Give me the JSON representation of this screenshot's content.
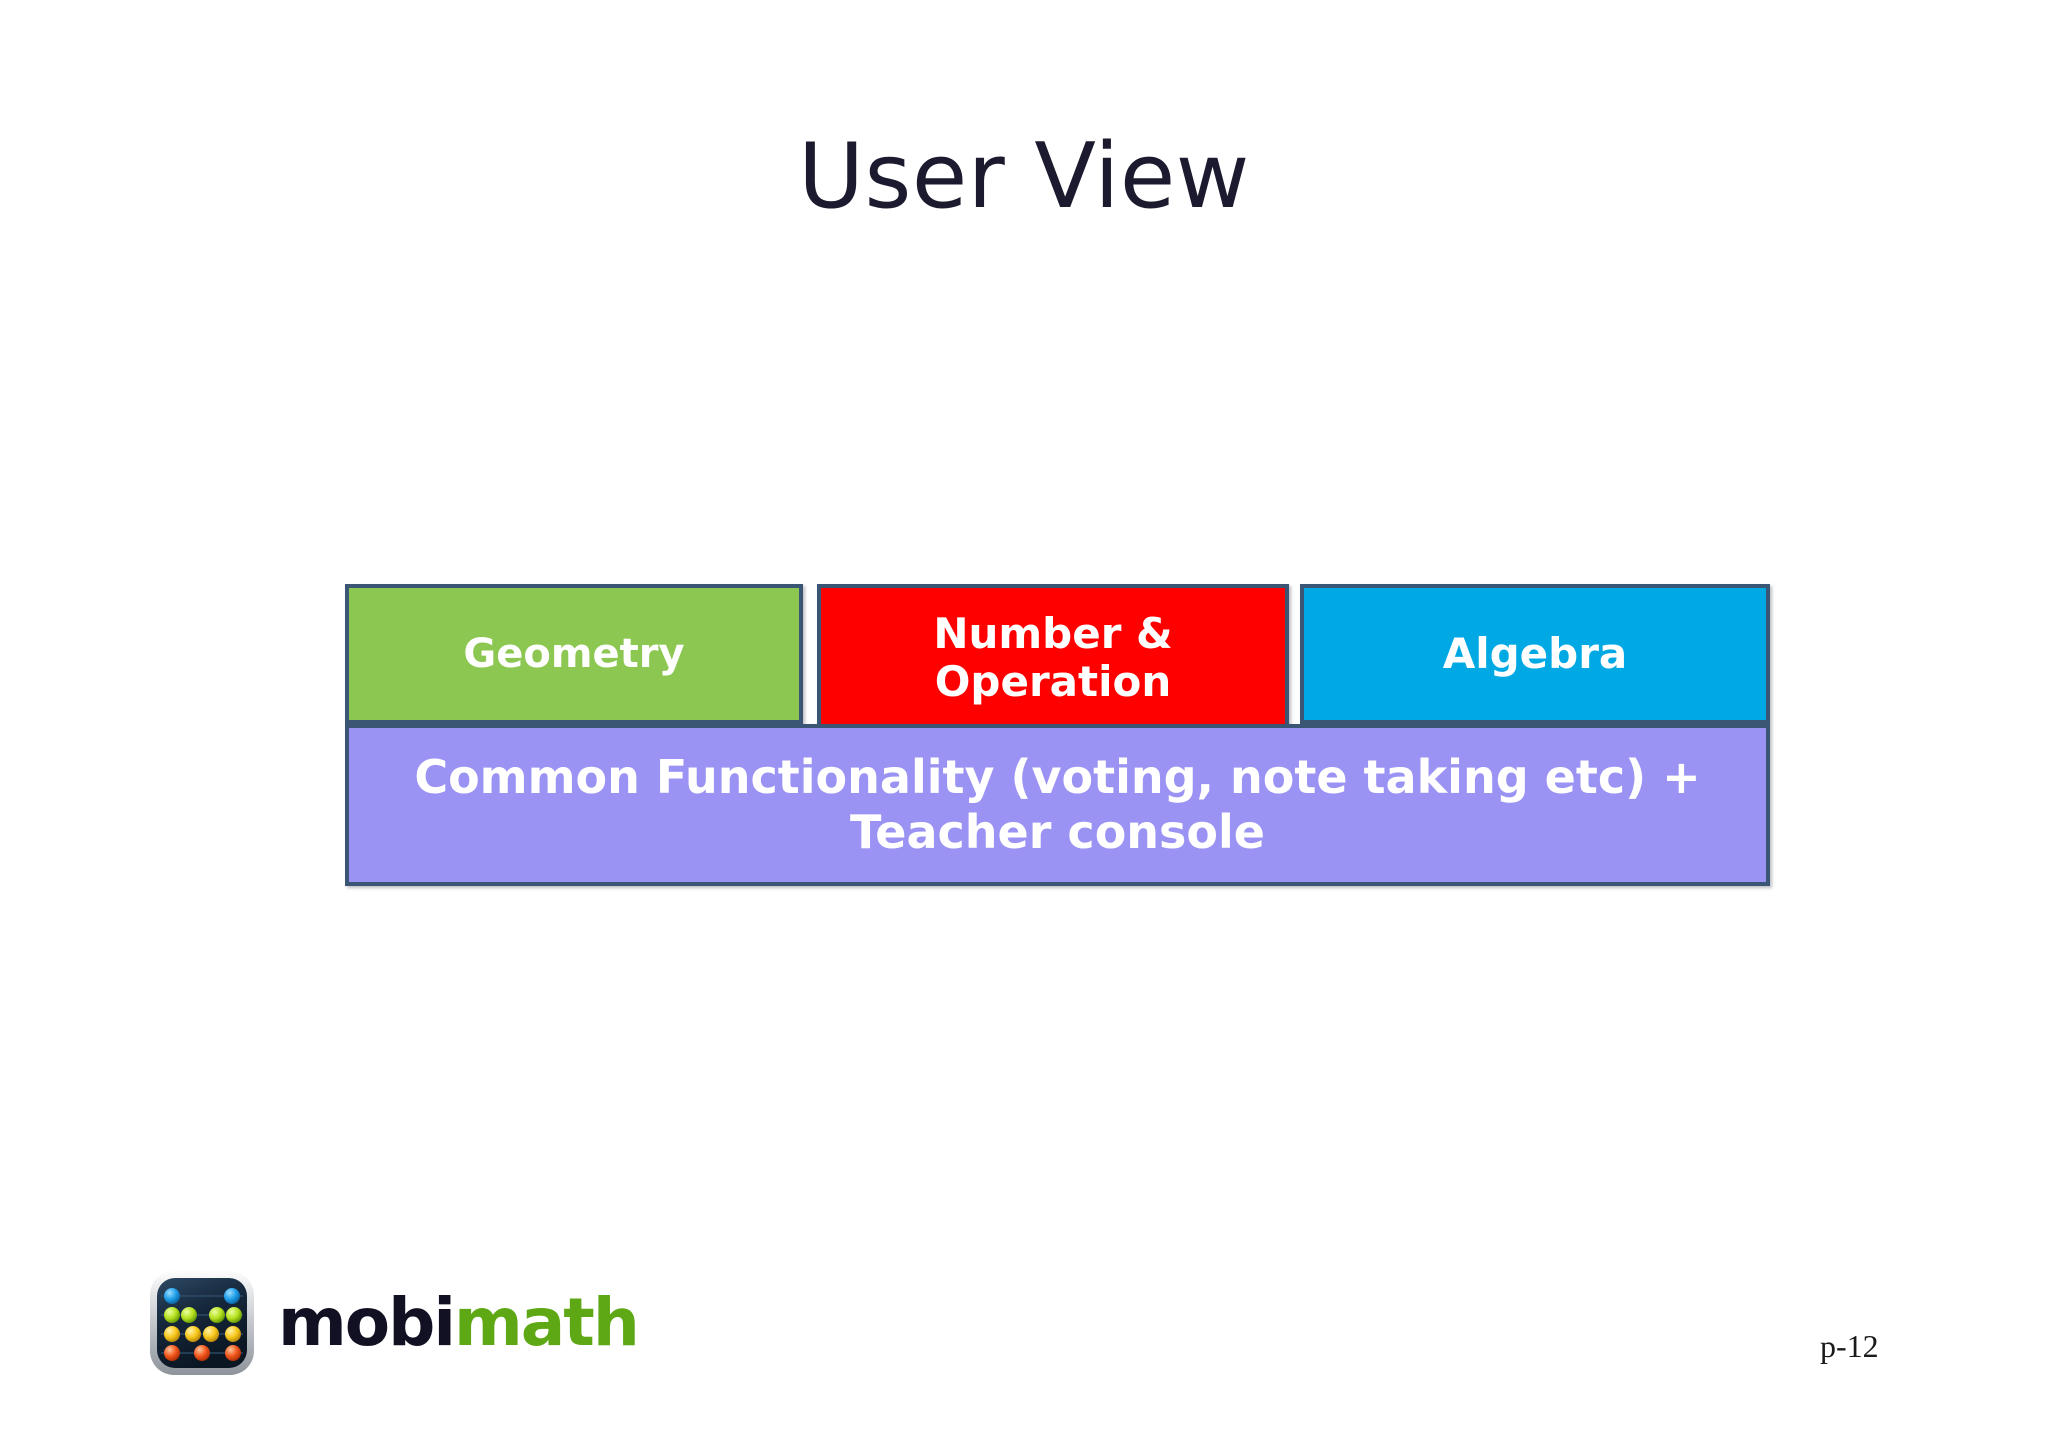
{
  "slide": {
    "title": "User View",
    "page_number": "p-12"
  },
  "diagram": {
    "modules": [
      {
        "id": "geometry",
        "label": "Geometry",
        "color": "#8CC751"
      },
      {
        "id": "number-operation",
        "label_line1": "Number &",
        "label_line2": "Operation",
        "color": "#FE0000"
      },
      {
        "id": "algebra",
        "label": "Algebra",
        "color": "#00A9E4"
      }
    ],
    "foundation": {
      "id": "common-functionality",
      "label": "Common Functionality (voting, note taking etc) + Teacher console",
      "color": "#9B93F3"
    },
    "border_color": "#3B5675"
  },
  "logo": {
    "name_part1": "mobi",
    "name_part2": "math",
    "part1_color": "#111123",
    "part2_color": "#5EA815",
    "icon": "abacus-icon",
    "bead_colors": {
      "row1": "#1E9EE8",
      "row2": "#B6E01E",
      "row3": "#F7C71B",
      "row4": "#F2561B"
    }
  }
}
